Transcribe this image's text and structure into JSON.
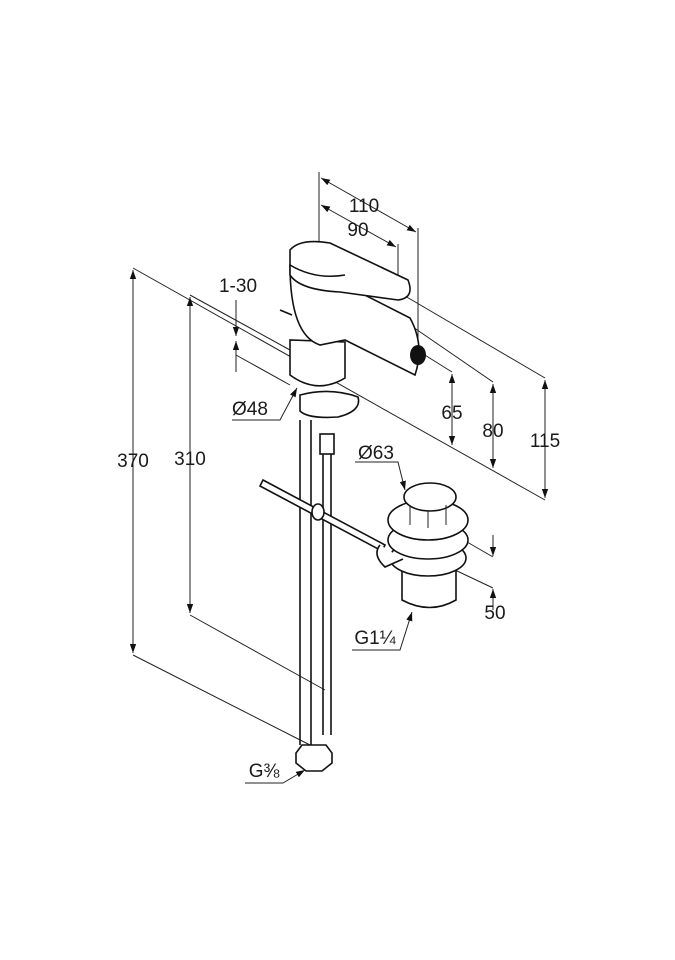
{
  "drawing": {
    "dimensions": {
      "width_total": "110",
      "spout_reach": "90",
      "tap_hole_thickness": "1-30",
      "body_diameter": "Ø48",
      "nozzle_height": "65",
      "spout_height": "80",
      "total_height": "115",
      "overall_length": "370",
      "hose_length": "310",
      "waste_diameter": "Ø63",
      "waste_height": "50",
      "waste_thread": "G1¼",
      "hose_thread": "G⅜"
    }
  }
}
